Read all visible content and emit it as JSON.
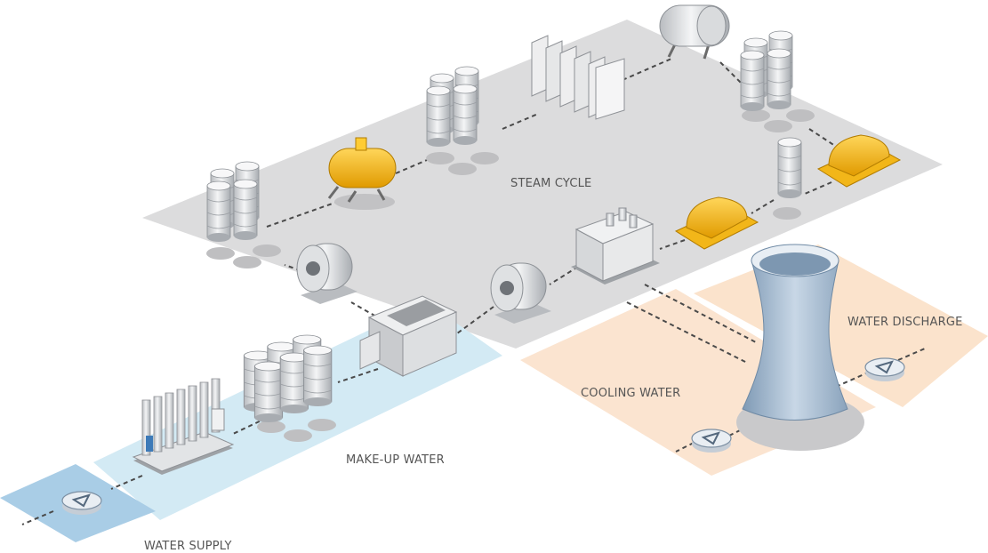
{
  "labels": {
    "steam_cycle": "STEAM CYCLE",
    "cooling_water": "COOLING WATER",
    "water_discharge": "WATER DISCHARGE",
    "make_up_water": "MAKE-UP WATER",
    "water_supply": "WATER SUPPLY"
  },
  "colors": {
    "steam_zone": "#dcdcdd",
    "steam_zone_shade": "#c8c8ca",
    "makeup_zone": "#cfe8f3",
    "supply_zone": "#a9cde6",
    "cooling_zone": "#fbe3cf",
    "discharge_zone": "#fbe0c8",
    "equipment_silver": "#dcdee0",
    "equipment_gold": "#f2b619",
    "tower_blue": "#9fb6cc"
  },
  "icons": [
    "tank-cluster-icon",
    "horizontal-vessel-icon",
    "heat-exchanger-icon",
    "pump-icon",
    "turbine-icon",
    "cooling-tower-icon",
    "flow-meter-icon",
    "reverse-osmosis-icon"
  ]
}
